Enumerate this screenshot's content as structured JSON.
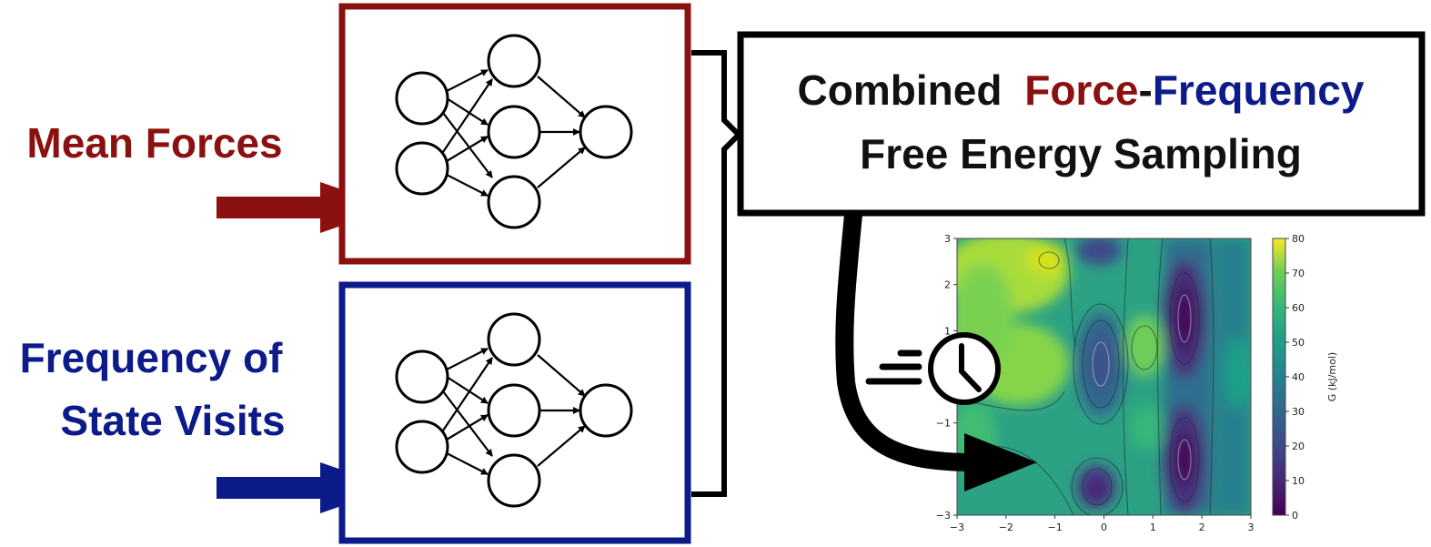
{
  "inputs": {
    "mean_forces": "Mean Forces",
    "frequency_line1": "Frequency of",
    "frequency_line2": "State Visits"
  },
  "combined": {
    "word_combined": "Combined",
    "word_force": "Force",
    "word_dash": "-",
    "word_frequency": "Frequency",
    "line2": "Free Energy Sampling"
  },
  "colors": {
    "force": "#8b1010",
    "frequency": "#0c1a8a",
    "text": "#111111"
  },
  "icons": {
    "clock": "clock-icon",
    "speed": "speed-lines-icon"
  },
  "chart_data": {
    "type": "heatmap",
    "colormap": "viridis",
    "x_ticks": [
      "−3",
      "−2",
      "−1",
      "0",
      "1",
      "2",
      "3"
    ],
    "y_ticks": [
      "−3",
      "−1",
      "1",
      "2",
      "3"
    ],
    "xlim": [
      -3,
      3
    ],
    "ylim": [
      -3,
      3
    ],
    "colorbar": {
      "label": "G (kJ/mol)",
      "ticks": [
        "0",
        "10",
        "20",
        "30",
        "40",
        "50",
        "60",
        "70",
        "80"
      ],
      "range": [
        0,
        80
      ]
    }
  }
}
